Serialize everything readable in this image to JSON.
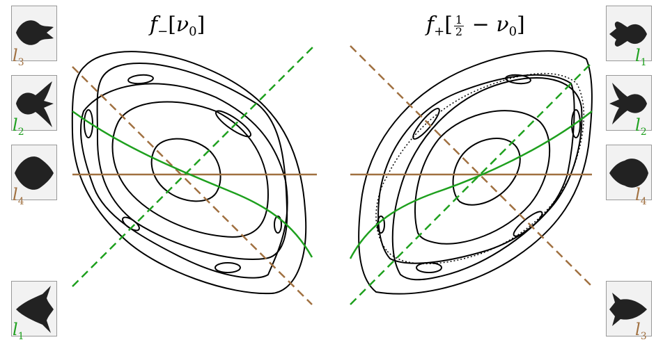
{
  "titles": {
    "left": {
      "f": "f",
      "sub": "−",
      "open": "[",
      "nu": "ν",
      "nusub": "0",
      "close": "]"
    },
    "right": {
      "f": "f",
      "sub": "+",
      "open": "[",
      "num": "1",
      "den": "2",
      "minus": " − ",
      "nu": "ν",
      "nusub": "0",
      "close": "]"
    }
  },
  "labels": {
    "l3_left": {
      "l": "l",
      "n": "3"
    },
    "l2_left": {
      "l": "l",
      "n": "2"
    },
    "l4_left": {
      "l": "l",
      "n": "4"
    },
    "l1_left": {
      "l": "l",
      "n": "1"
    },
    "l1_right": {
      "l": "l",
      "n": "1"
    },
    "l2_right": {
      "l": "l",
      "n": "2"
    },
    "l4_right": {
      "l": "l",
      "n": "4"
    },
    "l3_right": {
      "l": "l",
      "n": "3"
    }
  },
  "colors": {
    "brown": "#a07040",
    "green": "#1ea01e",
    "curve": "#000000",
    "thumb_bg": "#f2f2f2",
    "fractal": "#222222"
  }
}
